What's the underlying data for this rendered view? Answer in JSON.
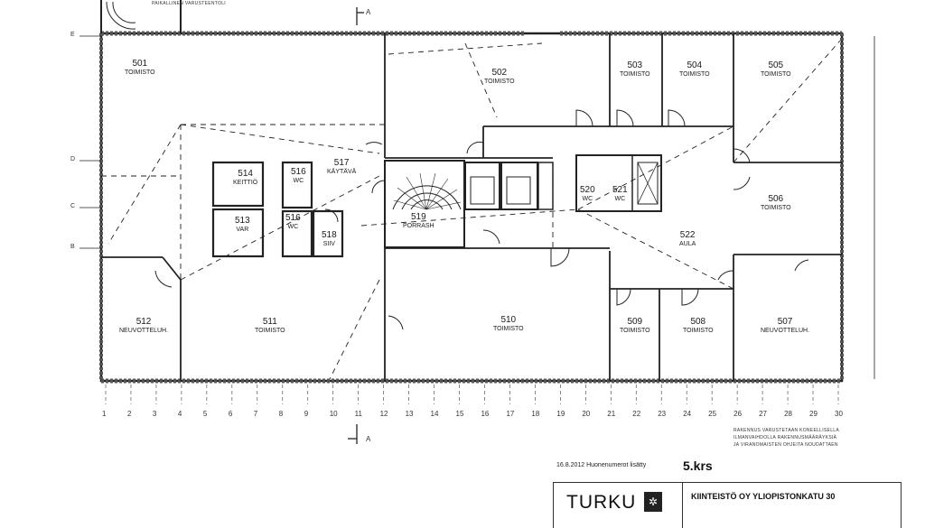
{
  "rooms": [
    {
      "id": "r501",
      "num": "501",
      "use": "TOIMISTO"
    },
    {
      "id": "r502",
      "num": "502",
      "use": "TOIMISTO"
    },
    {
      "id": "r503",
      "num": "503",
      "use": "TOIMISTO"
    },
    {
      "id": "r504",
      "num": "504",
      "use": "TOIMISTO"
    },
    {
      "id": "r505",
      "num": "505",
      "use": "TOIMISTO"
    },
    {
      "id": "r506",
      "num": "506",
      "use": "TOIMISTO"
    },
    {
      "id": "r507",
      "num": "507",
      "use": "NEUVOTTELUH."
    },
    {
      "id": "r508",
      "num": "508",
      "use": "TOIMISTO"
    },
    {
      "id": "r509",
      "num": "509",
      "use": "TOIMISTO"
    },
    {
      "id": "r510",
      "num": "510",
      "use": "TOIMISTO"
    },
    {
      "id": "r511",
      "num": "511",
      "use": "TOIMISTO"
    },
    {
      "id": "r512",
      "num": "512",
      "use": "NEUVOTTELUH."
    },
    {
      "id": "r513",
      "num": "513",
      "use": "VAR"
    },
    {
      "id": "r514",
      "num": "514",
      "use": "KEITTIÖ"
    },
    {
      "id": "r516a",
      "num": "516",
      "use": "WC"
    },
    {
      "id": "r516b",
      "num": "516",
      "use": "WC"
    },
    {
      "id": "r517",
      "num": "517",
      "use": "KÄYTÄVÄ"
    },
    {
      "id": "r518",
      "num": "518",
      "use": "SIIV"
    },
    {
      "id": "r519",
      "num": "519",
      "use": "PORRASH"
    },
    {
      "id": "r520",
      "num": "520",
      "use": "WC"
    },
    {
      "id": "r521",
      "num": "521",
      "use": "WC"
    },
    {
      "id": "r522",
      "num": "522",
      "use": "AULA"
    }
  ],
  "grid_numbers": [
    "1",
    "2",
    "3",
    "4",
    "5",
    "6",
    "7",
    "8",
    "9",
    "10",
    "11",
    "12",
    "13",
    "14",
    "15",
    "16",
    "17",
    "18",
    "19",
    "20",
    "21",
    "22",
    "23",
    "24",
    "25",
    "26",
    "27",
    "28",
    "29",
    "30"
  ],
  "row_marks": [
    "E",
    "D",
    "C",
    "B"
  ],
  "section_marks": [
    "A",
    "A"
  ],
  "notes": [
    "PAIKALLINEN VARUSTEENTOLI",
    "RAKENNUS VARUSTETAAN KONEELLISELLA",
    "ILMANVAIHDOLLA RAKENNUSMÄÄRÄYKSIÄ",
    "JA VIRANOMAISTEN OHJEITA NOUDATTAEN"
  ],
  "date_note": "16.8.2012 Huonenumerot lisätty",
  "floor_label": "5.krs",
  "title_block": {
    "city": "TURKU",
    "owner": "KIINTEISTÖ OY YLIOPISTONKATU 30"
  }
}
